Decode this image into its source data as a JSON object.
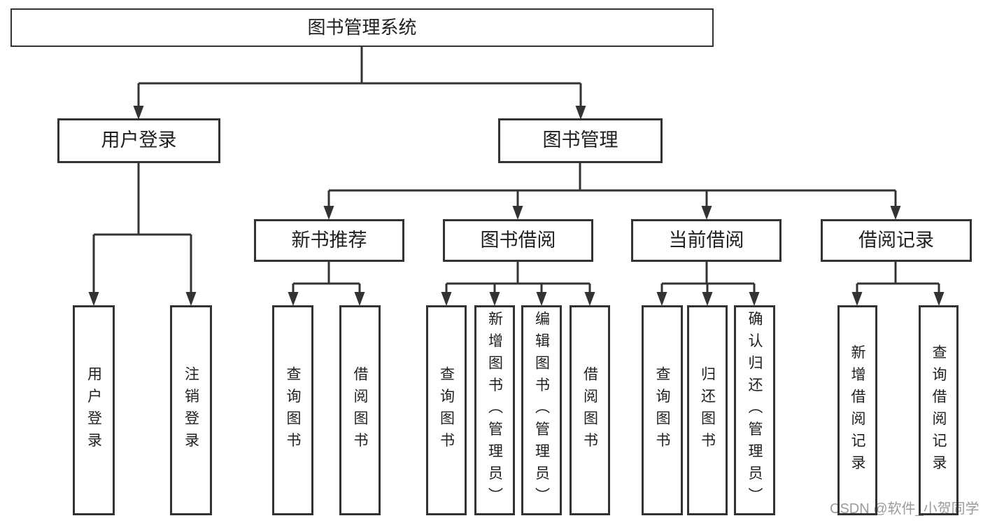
{
  "diagram": {
    "root": {
      "label": "图书管理系统"
    },
    "branches": [
      {
        "label": "用户登录",
        "children": [
          {
            "label": "用户登录"
          },
          {
            "label": "注销登录"
          }
        ]
      },
      {
        "label": "图书管理",
        "children": [
          {
            "label": "新书推荐",
            "children": [
              {
                "label": "查询图书"
              },
              {
                "label": "借阅图书"
              }
            ]
          },
          {
            "label": "图书借阅",
            "children": [
              {
                "label": "查询图书"
              },
              {
                "label": "新增图书（管理员）"
              },
              {
                "label": "编辑图书（管理员）"
              },
              {
                "label": "借阅图书"
              }
            ]
          },
          {
            "label": "当前借阅",
            "children": [
              {
                "label": "查询图书"
              },
              {
                "label": "归还图书"
              },
              {
                "label": "确认归还（管理员）"
              }
            ]
          },
          {
            "label": "借阅记录",
            "children": [
              {
                "label": "新增借阅记录"
              },
              {
                "label": "查询借阅记录"
              }
            ]
          }
        ]
      }
    ]
  },
  "watermark": {
    "text": "CSDN @软件_小贺同学"
  },
  "colors": {
    "line": "#333333",
    "text": "#1f1f1f",
    "node_bg": "#ffffff",
    "page_bg": "#ffffff",
    "watermark": "#9b9b9b"
  }
}
